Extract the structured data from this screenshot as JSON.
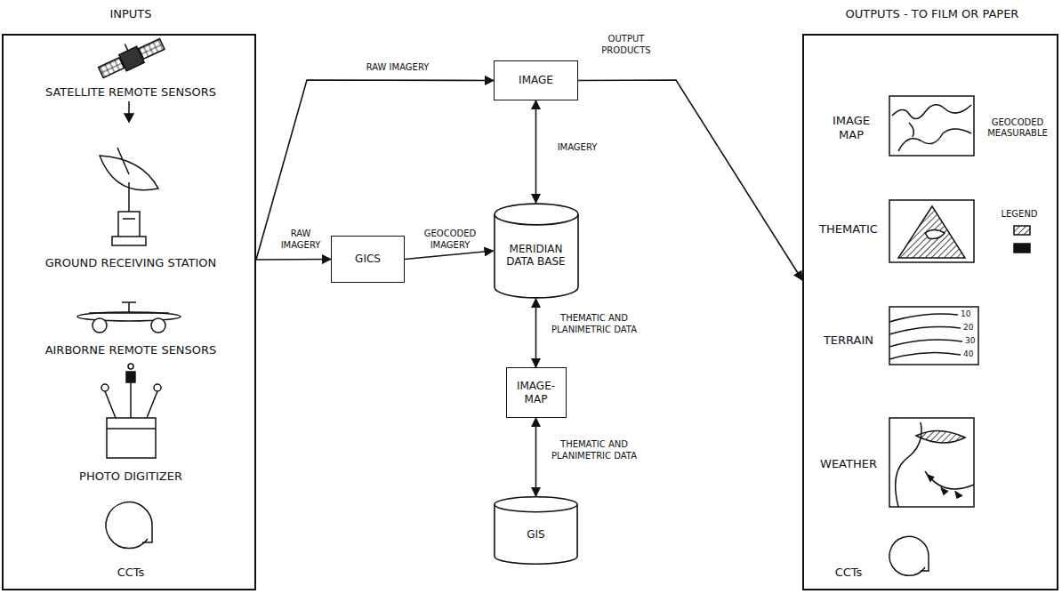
{
  "diagram": {
    "nodes": [
      {
        "text": [
          "INPUTS",
          "SATELLITE REMOTE SENSORS",
          "GROUND RECEIVING STATION",
          "AIRBORNE REMOTE SENSORS",
          "PHOTO DIGITIZER",
          "CCTs"
        ]
      },
      {
        "text": [
          "IMAGE"
        ]
      },
      {
        "text": [
          "GICS"
        ]
      },
      {
        "text": [
          "MERIDIAN DATA BASE"
        ]
      },
      {
        "text": [
          "IMAGE- MAP"
        ]
      },
      {
        "text": [
          "GIS"
        ]
      },
      {
        "text": [
          "OUTPUTS - TO FILM OR PAPER",
          "IMAGE MAP",
          "GEOCODED MEASURABLE",
          "THEMATIC",
          "LEGEND",
          "TERRAIN",
          "WEATHER",
          "CCTs"
        ]
      }
    ],
    "edges": [
      {
        "from": 0,
        "to": 1,
        "label": "RAW IMAGERY",
        "arrow": "to"
      },
      {
        "from": 0,
        "to": 2,
        "label": "RAW IMAGERY",
        "arrow": "to"
      },
      {
        "from": 2,
        "to": 3,
        "label": "GEOCODED IMAGERY",
        "arrow": "to"
      },
      {
        "from": 1,
        "to": 3,
        "label": "IMAGERY",
        "arrow": "both"
      },
      {
        "from": 3,
        "to": 4,
        "label": "THEMATIC AND PLANIMETRIC DATA",
        "arrow": "both"
      },
      {
        "from": 4,
        "to": 5,
        "label": "THEMATIC AND PLANIMETRIC DATA",
        "arrow": "both"
      },
      {
        "from": 1,
        "to": 6,
        "label": "OUTPUT PRODUCTS",
        "arrow": "to"
      }
    ],
    "labels": [
      "10",
      "20",
      "30",
      "40"
    ]
  }
}
